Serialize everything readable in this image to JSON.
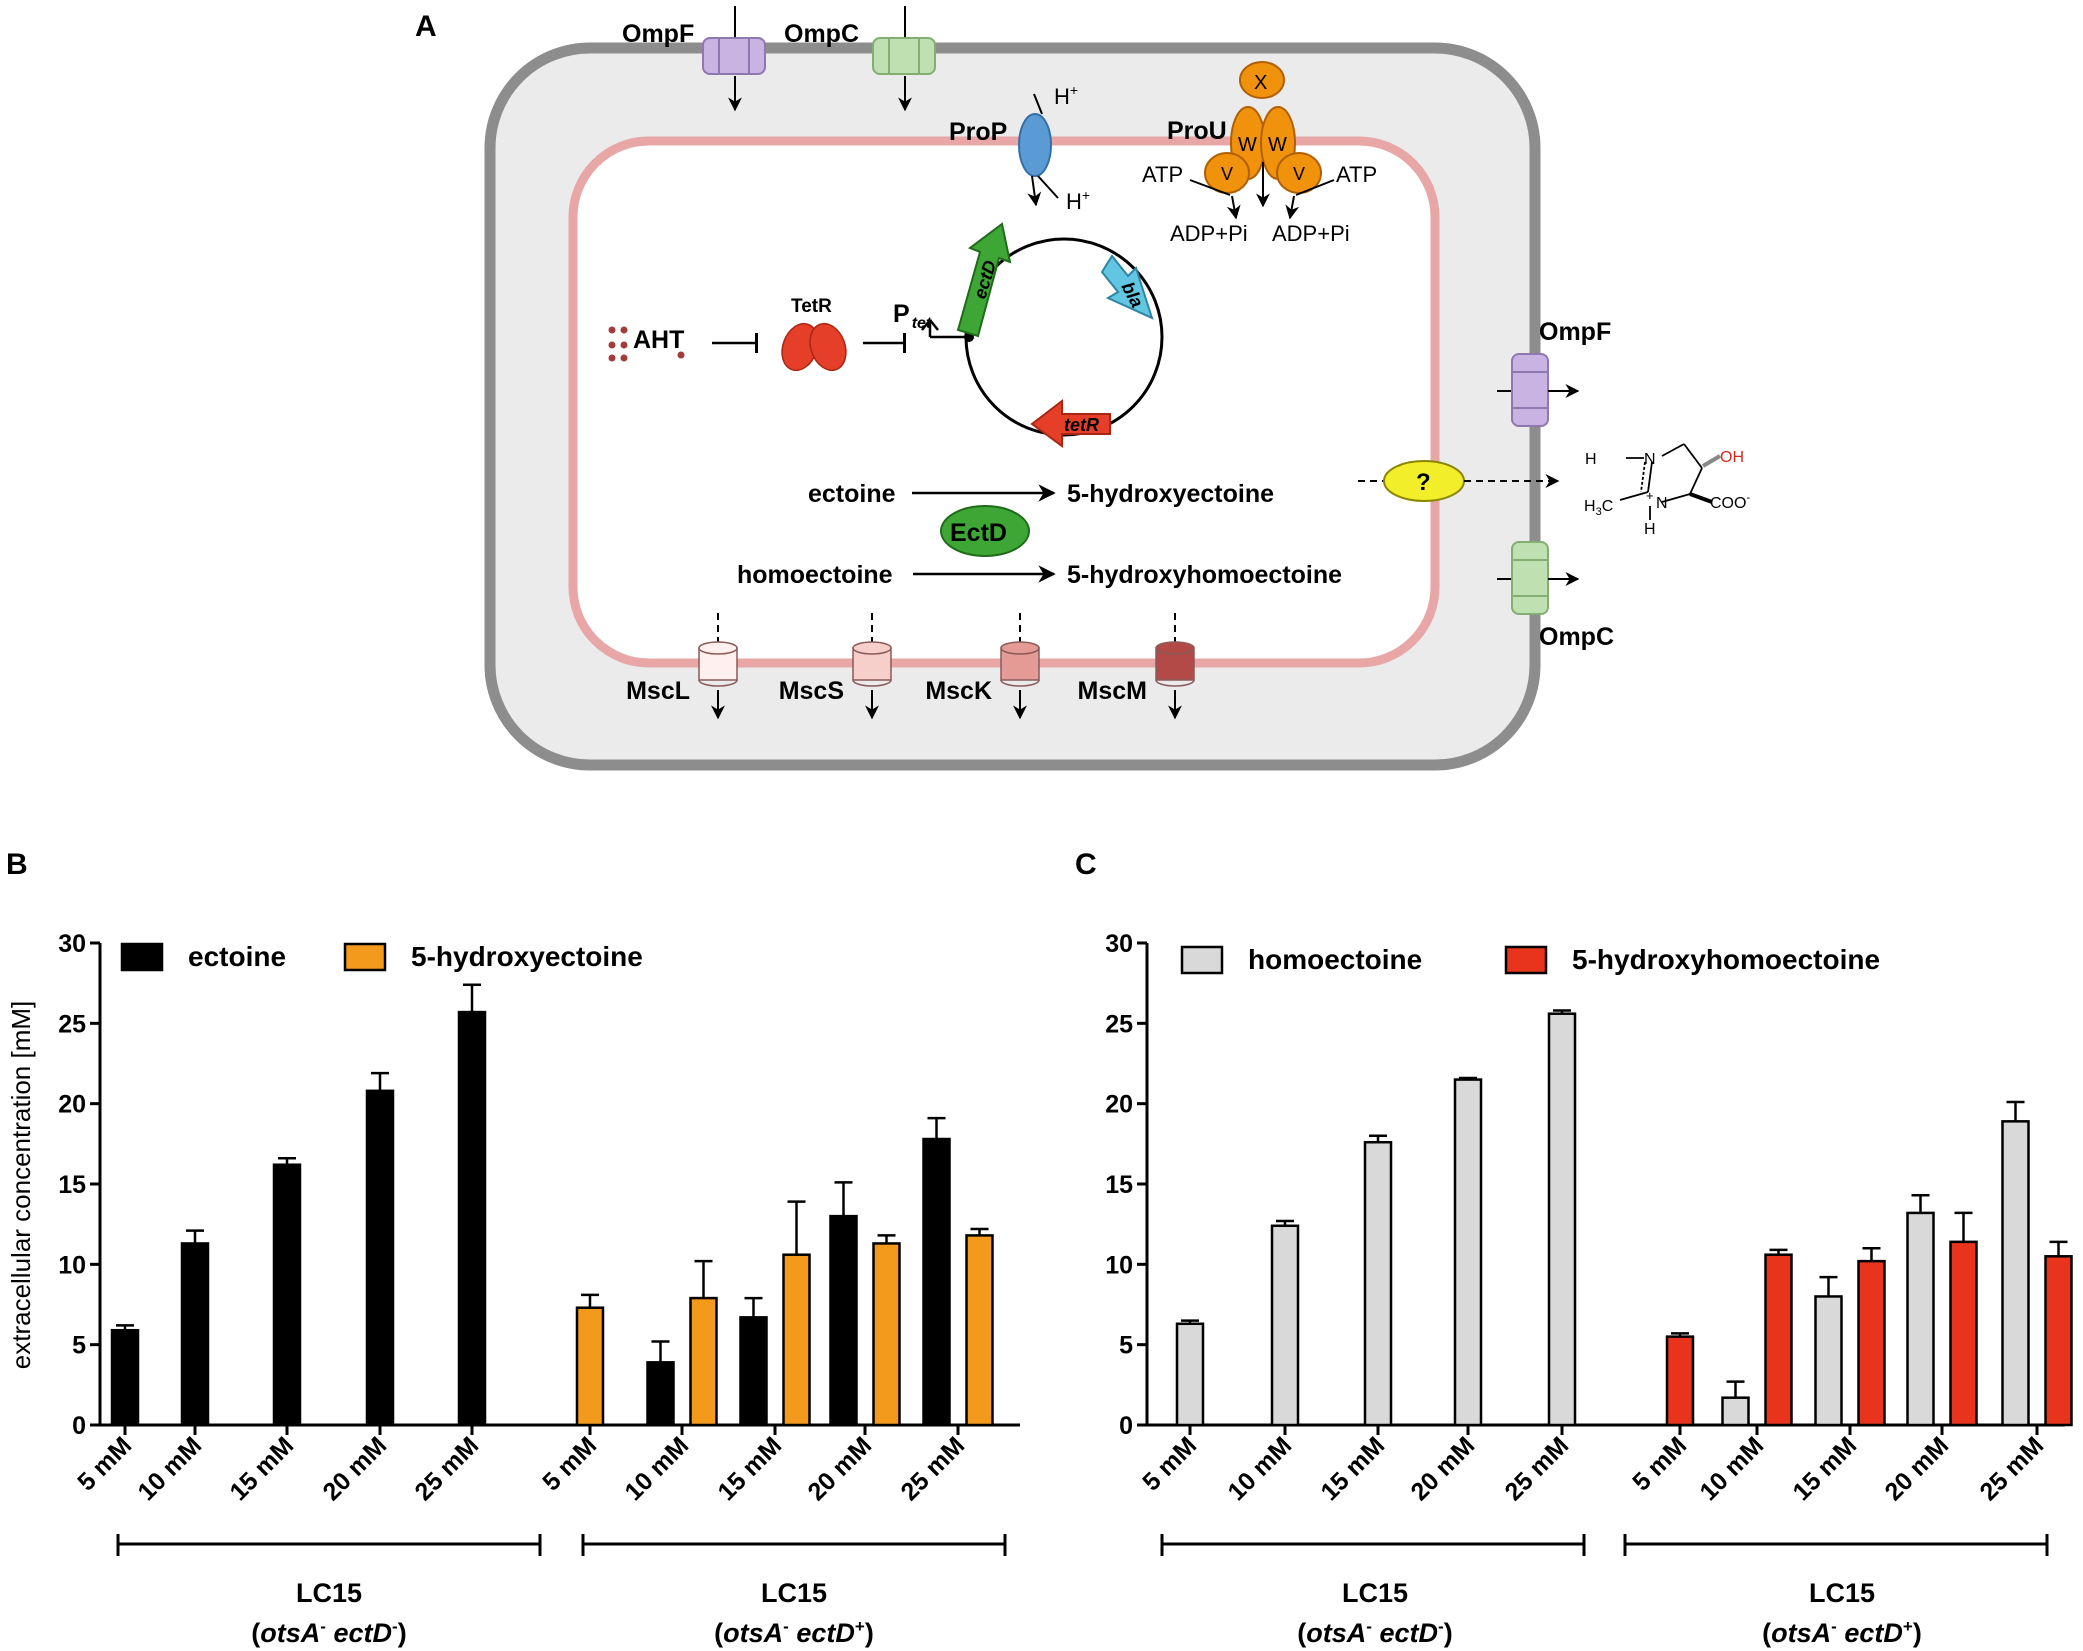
{
  "panel_a": {
    "label": "A",
    "outer_membrane": {
      "porins_top": [
        "OmpF",
        "OmpC"
      ],
      "porins_right": [
        "OmpF",
        "OmpC"
      ]
    },
    "transporters": {
      "prop": "ProP",
      "prop_ion": "H",
      "prop_ion_sup": "+",
      "prou": "ProU",
      "prou_x": "X",
      "prou_w": "W",
      "prou_v": "V",
      "atp": "ATP",
      "adp": "ADP+Pi"
    },
    "regulation": {
      "inducer": "AHT",
      "repressor": "TetR",
      "promoter": "P",
      "promoter_sub": "tet"
    },
    "plasmid_genes": [
      "ectD",
      "bla",
      "tetR"
    ],
    "reactions": {
      "substrate1": "ectoine",
      "product1": "5-hydroxyectoine",
      "enzyme": "EctD",
      "substrate2": "homoectoine",
      "product2": "5-hydroxyhomoectoine"
    },
    "unknown_exporter": "?",
    "molecule": {
      "h": "H",
      "n": "N",
      "oh": "OH",
      "h3c": "H",
      "h3c_sub": "3",
      "h3c_c": "C",
      "coo": "COO",
      "coo_sup": "-",
      "plus": "+"
    },
    "mechanosensitive_channels": [
      "MscL",
      "MscS",
      "MscK",
      "MscM"
    ],
    "colors": {
      "ompf": "#c9b3e3",
      "ompc": "#bfe0b0",
      "prop": "#5b9bd5",
      "prou": "#f0920c",
      "tetr": "#e53f2a",
      "ectd": "#3da635",
      "bla": "#62c6e3",
      "exporter": "#f2ee2a",
      "periplasm": "#ebebeb",
      "outer": "#8d8d8d",
      "inner": "#e8a6a6",
      "mscl": "#fdf0ee",
      "mscs": "#f6cfca",
      "msck": "#e49a95",
      "mscm": "#b34a48"
    }
  },
  "panel_b": {
    "label": "B",
    "ylabel": "extracellular concentration [mM]",
    "group1": {
      "name": "LC15",
      "genotype_a": "otsA",
      "sup_a": "-",
      "genotype_b": "ectD",
      "sup_b": "-"
    },
    "group2": {
      "name": "LC15",
      "genotype_a": "otsA",
      "sup_a": "-",
      "genotype_b": "ectD",
      "sup_b": "+"
    }
  },
  "panel_c": {
    "label": "C",
    "group1": {
      "name": "LC15",
      "genotype_a": "otsA",
      "sup_a": "-",
      "genotype_b": "ectD",
      "sup_b": "-"
    },
    "group2": {
      "name": "LC15",
      "genotype_a": "otsA",
      "sup_a": "-",
      "genotype_b": "ectD",
      "sup_b": "+"
    }
  },
  "chart_data": [
    {
      "type": "bar",
      "panel": "B",
      "ylabel": "extracellular concentration [mM]",
      "ylim": [
        0,
        30
      ],
      "yticks": [
        0,
        5,
        10,
        15,
        20,
        25,
        30
      ],
      "categories": [
        "5 mM",
        "10 mM",
        "15 mM",
        "20 mM",
        "25 mM",
        "5 mM",
        "10 mM",
        "15 mM",
        "20 mM",
        "25 mM"
      ],
      "series": [
        {
          "name": "ectoine",
          "color": "#000000",
          "values": [
            5.9,
            11.3,
            16.2,
            20.8,
            25.7,
            null,
            3.9,
            6.7,
            13.0,
            17.8
          ],
          "errors": [
            0.3,
            0.8,
            0.4,
            1.1,
            1.7,
            null,
            1.3,
            1.2,
            2.1,
            1.3
          ]
        },
        {
          "name": "5-hydroxyectoine",
          "color": "#f39a1d",
          "values": [
            null,
            null,
            null,
            null,
            null,
            7.3,
            7.9,
            10.6,
            11.3,
            11.8
          ],
          "errors": [
            null,
            null,
            null,
            null,
            null,
            0.8,
            2.3,
            3.3,
            0.5,
            0.4
          ]
        }
      ],
      "legend": "top-left"
    },
    {
      "type": "bar",
      "panel": "C",
      "ylim": [
        0,
        30
      ],
      "yticks": [
        0,
        5,
        10,
        15,
        20,
        25,
        30
      ],
      "categories": [
        "5 mM",
        "10 mM",
        "15 mM",
        "20 mM",
        "25 mM",
        "5 mM",
        "10 mM",
        "15 mM",
        "20 mM",
        "25 mM"
      ],
      "series": [
        {
          "name": "homoectoine",
          "color": "#d9d9d9",
          "values": [
            6.3,
            12.4,
            17.6,
            21.5,
            25.6,
            null,
            1.7,
            8.0,
            13.2,
            18.9
          ],
          "errors": [
            0.2,
            0.3,
            0.4,
            0.1,
            0.2,
            null,
            1.0,
            1.2,
            1.1,
            1.2
          ]
        },
        {
          "name": "5-hydroxyhomoectoine",
          "color": "#e8341c",
          "values": [
            null,
            null,
            null,
            null,
            null,
            5.5,
            10.6,
            10.2,
            11.4,
            10.5
          ],
          "errors": [
            null,
            null,
            null,
            null,
            null,
            0.2,
            0.3,
            0.8,
            1.8,
            0.9
          ]
        }
      ],
      "legend": "top-left"
    }
  ]
}
